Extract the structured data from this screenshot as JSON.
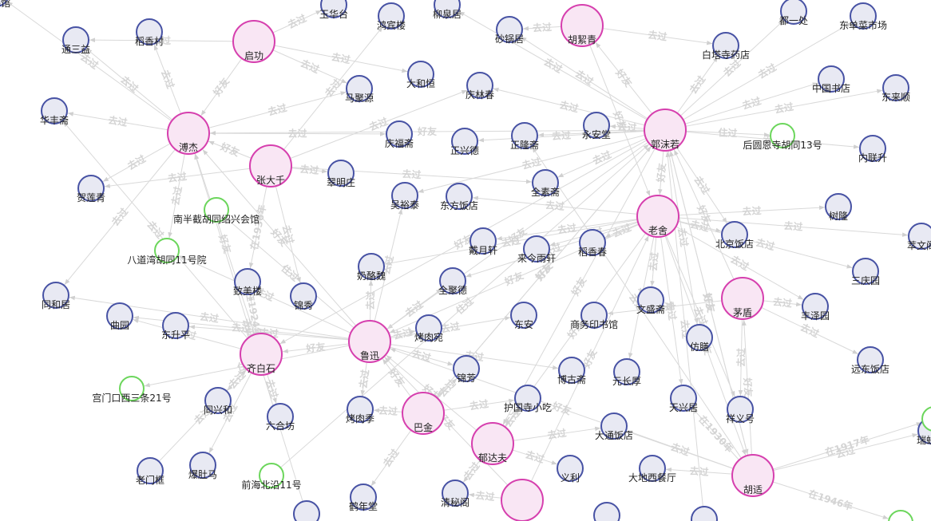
{
  "colors": {
    "person_stroke": "#d63fae",
    "person_fill": "#f9e6f4",
    "place_stroke": "#4752a4",
    "place_fill": "#e8e9f3",
    "address_stroke": "#6cd65c",
    "address_fill": "#ffffff",
    "edge": "#d9d9d9",
    "edge_label": "#d4d4d4"
  },
  "nodes": [
    {
      "id": "tingliguan",
      "label": "听鹂馆",
      "type": "place"
    },
    {
      "id": "yuhuatai",
      "label": "玉华台",
      "type": "place"
    },
    {
      "id": "hongbinlou",
      "label": "鸿宾楼",
      "type": "place"
    },
    {
      "id": "liuquanju",
      "label": "柳泉居",
      "type": "place"
    },
    {
      "id": "huxuqing",
      "label": "胡絜青",
      "type": "person"
    },
    {
      "id": "duyichu",
      "label": "都一处",
      "type": "place"
    },
    {
      "id": "dongdan",
      "label": "东单菜市场",
      "type": "place"
    },
    {
      "id": "tongsanyi",
      "label": "通三益",
      "type": "place"
    },
    {
      "id": "daoxiangcun",
      "label": "稻香村",
      "type": "place"
    },
    {
      "id": "qigong",
      "label": "启功",
      "type": "person"
    },
    {
      "id": "shaguoju",
      "label": "砂锅居",
      "type": "place"
    },
    {
      "id": "baitasi",
      "label": "白塔寺药店",
      "type": "place"
    },
    {
      "id": "majuyuan",
      "label": "马聚源",
      "type": "place"
    },
    {
      "id": "daheng",
      "label": "大和恒",
      "type": "place"
    },
    {
      "id": "qinglinchun",
      "label": "庆林春",
      "type": "place"
    },
    {
      "id": "zhongguoshudian",
      "label": "中国书店",
      "type": "place"
    },
    {
      "id": "donglaishun",
      "label": "东来顺",
      "type": "place"
    },
    {
      "id": "huafengzhai",
      "label": "华丰斋",
      "type": "place"
    },
    {
      "id": "purujie",
      "label": "溥杰",
      "type": "person"
    },
    {
      "id": "qingfuzhai",
      "label": "庆福斋",
      "type": "place"
    },
    {
      "id": "zhengxingde",
      "label": "正兴德",
      "type": "place"
    },
    {
      "id": "zhenglongzhai",
      "label": "正隆斋",
      "type": "place"
    },
    {
      "id": "yonganta",
      "label": "永安堂",
      "type": "place"
    },
    {
      "id": "guomoruo",
      "label": "郭沫若",
      "type": "person"
    },
    {
      "id": "houyuanensi",
      "label": "后圆恩寺胡同13号",
      "type": "address"
    },
    {
      "id": "neiliansheng",
      "label": "内联升",
      "type": "place"
    },
    {
      "id": "zhangdaqian",
      "label": "张大千",
      "type": "person"
    },
    {
      "id": "cuimingzhuang",
      "label": "翠明庄",
      "type": "place"
    },
    {
      "id": "helianqing",
      "label": "贺莲青",
      "type": "place"
    },
    {
      "id": "wuyutai",
      "label": "吴裕泰",
      "type": "place"
    },
    {
      "id": "dongfangfandian",
      "label": "东方饭店",
      "type": "place"
    },
    {
      "id": "quansuzhai",
      "label": "全素斋",
      "type": "place"
    },
    {
      "id": "nanbanjie",
      "label": "南半截胡同绍兴会馆",
      "type": "address"
    },
    {
      "id": "laoshe",
      "label": "老舍",
      "type": "person"
    },
    {
      "id": "shulong",
      "label": "树隆",
      "type": "place"
    },
    {
      "id": "cuiwen",
      "label": "萃文阁",
      "type": "place"
    },
    {
      "id": "badaowan",
      "label": "八道湾胡同11号院",
      "type": "address"
    },
    {
      "id": "daiyuexuan",
      "label": "戴月轩",
      "type": "place"
    },
    {
      "id": "laijinyuxuan",
      "label": "来今雨轩",
      "type": "place"
    },
    {
      "id": "daoxiangchun",
      "label": "稻香春",
      "type": "place"
    },
    {
      "id": "beijingfandian",
      "label": "北京饭店",
      "type": "place"
    },
    {
      "id": "naiyao",
      "label": "奶酪魏",
      "type": "place"
    },
    {
      "id": "sanqingyuan",
      "label": "三庆园",
      "type": "place"
    },
    {
      "id": "zhimeilou",
      "label": "致美楼",
      "type": "place"
    },
    {
      "id": "quanjude",
      "label": "全聚德",
      "type": "place"
    },
    {
      "id": "tonghezhu",
      "label": "同和居",
      "type": "place"
    },
    {
      "id": "jinxiu",
      "label": "锦秀",
      "type": "place"
    },
    {
      "id": "wensheng",
      "label": "文盛斋",
      "type": "place"
    },
    {
      "id": "maodun",
      "label": "茅盾",
      "type": "person"
    },
    {
      "id": "fengzeyuan",
      "label": "丰泽园",
      "type": "place"
    },
    {
      "id": "quyuan",
      "label": "曲园",
      "type": "place"
    },
    {
      "id": "dongshengping",
      "label": "东升平",
      "type": "place"
    },
    {
      "id": "dongan",
      "label": "东安",
      "type": "place"
    },
    {
      "id": "shangwu",
      "label": "商务印书馆",
      "type": "place"
    },
    {
      "id": "kaorouwan",
      "label": "烤肉宛",
      "type": "place"
    },
    {
      "id": "fangshan",
      "label": "仿膳",
      "type": "place"
    },
    {
      "id": "luxun",
      "label": "鲁迅",
      "type": "person"
    },
    {
      "id": "yuandongfandian",
      "label": "远东饭店",
      "type": "place"
    },
    {
      "id": "qibaishi",
      "label": "齐白石",
      "type": "person"
    },
    {
      "id": "jinfang",
      "label": "锦芳",
      "type": "place"
    },
    {
      "id": "boguzhai",
      "label": "博古斋",
      "type": "place"
    },
    {
      "id": "yuanchanghou",
      "label": "元长厚",
      "type": "place"
    },
    {
      "id": "gongmenkou",
      "label": "宫门口西三条21号",
      "type": "address"
    },
    {
      "id": "tongxinghe",
      "label": "同兴和",
      "type": "place"
    },
    {
      "id": "huguosi",
      "label": "护国寺小吃",
      "type": "place"
    },
    {
      "id": "tianxingju",
      "label": "天兴居",
      "type": "place"
    },
    {
      "id": "xiangyihao",
      "label": "祥义号",
      "type": "place"
    },
    {
      "id": "liuhefang",
      "label": "六合坊",
      "type": "place"
    },
    {
      "id": "kaoroiji",
      "label": "烤肉季",
      "type": "place"
    },
    {
      "id": "bajin",
      "label": "巴金",
      "type": "person"
    },
    {
      "id": "datongfandian",
      "label": "大通饭店",
      "type": "place"
    },
    {
      "id": "ruifuxiang",
      "label": "瑞蚨祥",
      "type": "place"
    },
    {
      "id": "yudafu",
      "label": "郁达夫",
      "type": "person"
    },
    {
      "id": "laomenkuang",
      "label": "老门框",
      "type": "place"
    },
    {
      "id": "baodouma",
      "label": "爆肚马",
      "type": "place"
    },
    {
      "id": "qianhaibeiyan",
      "label": "前海北沿11号",
      "type": "address"
    },
    {
      "id": "heniantang",
      "label": "鹤年堂",
      "type": "place"
    },
    {
      "id": "qingmige",
      "label": "清秘阁",
      "type": "place"
    },
    {
      "id": "yili",
      "label": "义利",
      "type": "place"
    },
    {
      "id": "daxicanting",
      "label": "大地西餐厅",
      "type": "place"
    },
    {
      "id": "hushi",
      "label": "胡适",
      "type": "person"
    },
    {
      "id": "lower_person",
      "label": "",
      "type": "person"
    },
    {
      "id": "lower_place1",
      "label": "",
      "type": "place"
    },
    {
      "id": "lower_place2",
      "label": "",
      "type": "place"
    },
    {
      "id": "lower_place3",
      "label": "",
      "type": "place"
    },
    {
      "id": "lower_addr",
      "label": "",
      "type": "address"
    },
    {
      "id": "right_addr",
      "label": "",
      "type": "address"
    }
  ],
  "edges": [
    {
      "source": "purujie",
      "target": "tongsanyi",
      "label": "去过"
    },
    {
      "source": "purujie",
      "target": "daoxiangcun",
      "label": "去过"
    },
    {
      "source": "purujie",
      "target": "huafengzhai",
      "label": "去过"
    },
    {
      "source": "purujie",
      "target": "helianqing",
      "label": "去过"
    },
    {
      "source": "purujie",
      "target": "tonghezhu",
      "label": "去过"
    },
    {
      "source": "purujie",
      "target": "majuyuan",
      "label": "去过"
    },
    {
      "source": "purujie",
      "target": "qingfuzhai",
      "label": "去过"
    },
    {
      "source": "purujie",
      "target": "tingliguan",
      "label": "去过"
    },
    {
      "source": "purujie",
      "target": "badaowan",
      "label": "去过"
    },
    {
      "source": "qigong",
      "target": "yuhuatai",
      "label": "去过"
    },
    {
      "source": "qigong",
      "target": "tongsanyi",
      "label": "去过"
    },
    {
      "source": "qigong",
      "target": "purujie",
      "label": "好友"
    },
    {
      "source": "qigong",
      "target": "daheng",
      "label": "去过"
    },
    {
      "source": "qigong",
      "target": "majuyuan",
      "label": "去过"
    },
    {
      "source": "zhangdaqian",
      "target": "cuimingzhuang",
      "label": "去过"
    },
    {
      "source": "zhangdaqian",
      "target": "helianqing",
      "label": "去过"
    },
    {
      "source": "zhangdaqian",
      "target": "zhimeilou",
      "label": "在1936年"
    },
    {
      "source": "zhangdaqian",
      "target": "hongbinlou",
      "label": "去过"
    },
    {
      "source": "zhangdaqian",
      "target": "qinglinchun",
      "label": "去过"
    },
    {
      "source": "zhangdaqian",
      "target": "quansuzhai",
      "label": "去过"
    },
    {
      "source": "zhangdaqian",
      "target": "purujie",
      "label": "好友"
    },
    {
      "source": "zhangdaqian",
      "target": "jinxiu",
      "label": "去过"
    },
    {
      "source": "guomoruo",
      "target": "huxuqing",
      "label": "好友"
    },
    {
      "source": "guomoruo",
      "target": "baitasi",
      "label": "去过"
    },
    {
      "source": "guomoruo",
      "target": "duyichu",
      "label": "去过"
    },
    {
      "source": "guomoruo",
      "target": "dongdan",
      "label": "去过"
    },
    {
      "source": "guomoruo",
      "target": "zhongguoshudian",
      "label": "去过"
    },
    {
      "source": "guomoruo",
      "target": "donglaishun",
      "label": "去过"
    },
    {
      "source": "guomoruo",
      "target": "neiliansheng",
      "label": "去过"
    },
    {
      "source": "guomoruo",
      "target": "yonganta",
      "label": "去过"
    },
    {
      "source": "guomoruo",
      "target": "zhenglongzhai",
      "label": "去过"
    },
    {
      "source": "guomoruo",
      "target": "zhengxingde",
      "label": "去过"
    },
    {
      "source": "guomoruo",
      "target": "purujie",
      "label": "好友"
    },
    {
      "source": "guomoruo",
      "target": "qinglinchun",
      "label": "去过"
    },
    {
      "source": "guomoruo",
      "target": "liuquanju",
      "label": "去过"
    },
    {
      "source": "guomoruo",
      "target": "shaguoju",
      "label": "去过"
    },
    {
      "source": "guomoruo",
      "target": "quansuzhai",
      "label": "去过"
    },
    {
      "source": "guomoruo",
      "target": "laoshe",
      "label": "好友"
    },
    {
      "source": "guomoruo",
      "target": "houyuanensi",
      "label": "住过"
    },
    {
      "source": "guomoruo",
      "target": "wuyutai",
      "label": "去过"
    },
    {
      "source": "guomoruo",
      "target": "luxun",
      "label": "好友"
    },
    {
      "source": "guomoruo",
      "target": "bajin",
      "label": "好友"
    },
    {
      "source": "guomoruo",
      "target": "yudafu",
      "label": "好友"
    },
    {
      "source": "guomoruo",
      "target": "hushi",
      "label": "好友"
    },
    {
      "source": "guomoruo",
      "target": "qibaishi",
      "label": "好友"
    },
    {
      "source": "guomoruo",
      "target": "fangshan",
      "label": "去过"
    },
    {
      "source": "guomoruo",
      "target": "beijingfandian",
      "label": "去过"
    },
    {
      "source": "laoshe",
      "target": "shulong",
      "label": "去过"
    },
    {
      "source": "laoshe",
      "target": "cuiwen",
      "label": "去过"
    },
    {
      "source": "laoshe",
      "target": "beijingfandian",
      "label": "去过"
    },
    {
      "source": "laoshe",
      "target": "sanqingyuan",
      "label": "去过"
    },
    {
      "source": "laoshe",
      "target": "fengzeyuan",
      "label": "去过"
    },
    {
      "source": "laoshe",
      "target": "daoxiangchun",
      "label": "去过"
    },
    {
      "source": "laoshe",
      "target": "laijinyuxuan",
      "label": "去过"
    },
    {
      "source": "laoshe",
      "target": "daiyuexuan",
      "label": "去过"
    },
    {
      "source": "laoshe",
      "target": "dongfangfandian",
      "label": "去过"
    },
    {
      "source": "laoshe",
      "target": "wensheng",
      "label": "去过"
    },
    {
      "source": "laoshe",
      "target": "quanjude",
      "label": "去过"
    },
    {
      "source": "laoshe",
      "target": "naiyao",
      "label": "去过"
    },
    {
      "source": "laoshe",
      "target": "luxun",
      "label": "好友"
    },
    {
      "source": "laoshe",
      "target": "yudafu",
      "label": "好友"
    },
    {
      "source": "laoshe",
      "target": "hushi",
      "label": "好友"
    },
    {
      "source": "laoshe",
      "target": "yuanchanghou",
      "label": "去过"
    },
    {
      "source": "laoshe",
      "target": "tianxingju",
      "label": "去过"
    },
    {
      "source": "laoshe",
      "target": "xiangyihao",
      "label": "去过"
    },
    {
      "source": "maodun",
      "target": "yuandongfandian",
      "label": "去过"
    },
    {
      "source": "maodun",
      "target": "fengzeyuan",
      "label": "去过"
    },
    {
      "source": "maodun",
      "target": "xiangyihao",
      "label": "去过"
    },
    {
      "source": "maodun",
      "target": "guomoruo",
      "label": "好友"
    },
    {
      "source": "maodun",
      "target": "shangwu",
      "label": "去过"
    },
    {
      "source": "luxun",
      "target": "purujie",
      "label": "好友"
    },
    {
      "source": "luxun",
      "target": "quyuan",
      "label": "去过"
    },
    {
      "source": "luxun",
      "target": "dongshengping",
      "label": "去过"
    },
    {
      "source": "luxun",
      "target": "kaorouwan",
      "label": "去过"
    },
    {
      "source": "luxun",
      "target": "dongan",
      "label": "去过"
    },
    {
      "source": "luxun",
      "target": "naiyao",
      "label": "去过"
    },
    {
      "source": "luxun",
      "target": "gongmenkou",
      "label": "住过"
    },
    {
      "source": "luxun",
      "target": "nanbanjie",
      "label": "住过"
    },
    {
      "source": "luxun",
      "target": "badaowan",
      "label": "住过"
    },
    {
      "source": "luxun",
      "target": "jinfang",
      "label": "去过"
    },
    {
      "source": "luxun",
      "target": "kaoroiji",
      "label": "去过"
    },
    {
      "source": "luxun",
      "target": "qibaishi",
      "label": "好友"
    },
    {
      "source": "luxun",
      "target": "tonghezhu",
      "label": "去过"
    },
    {
      "source": "luxun",
      "target": "quanjude",
      "label": "去过"
    },
    {
      "source": "luxun",
      "target": "wuyutai",
      "label": "去过"
    },
    {
      "source": "luxun",
      "target": "boguzhai",
      "label": "去过"
    },
    {
      "source": "qibaishi",
      "target": "purujie",
      "label": "好友"
    },
    {
      "source": "qibaishi",
      "target": "tongxinghe",
      "label": "去过"
    },
    {
      "source": "qibaishi",
      "target": "liuhefang",
      "label": "去过"
    },
    {
      "source": "qibaishi",
      "target": "quyuan",
      "label": "去过"
    },
    {
      "source": "qibaishi",
      "target": "huafengzhai",
      "label": "去过"
    },
    {
      "source": "qibaishi",
      "target": "zhimeilou",
      "label": "在1924年"
    },
    {
      "source": "qibaishi",
      "target": "baodouma",
      "label": "去过"
    },
    {
      "source": "bajin",
      "target": "kaoroiji",
      "label": "去过"
    },
    {
      "source": "bajin",
      "target": "huguosi",
      "label": "去过"
    },
    {
      "source": "bajin",
      "target": "jinfang",
      "label": "去过"
    },
    {
      "source": "bajin",
      "target": "guomoruo",
      "label": "好友"
    },
    {
      "source": "bajin",
      "target": "heniantang",
      "label": "去过"
    },
    {
      "source": "bajin",
      "target": "luxun",
      "label": "好友"
    },
    {
      "source": "yudafu",
      "target": "datongfandian",
      "label": "去过"
    },
    {
      "source": "yudafu",
      "target": "qingmige",
      "label": "去过"
    },
    {
      "source": "yudafu",
      "target": "yili",
      "label": "去过"
    },
    {
      "source": "yudafu",
      "target": "huguosi",
      "label": "去过"
    },
    {
      "source": "yudafu",
      "target": "luxun",
      "label": "好友"
    },
    {
      "source": "hushi",
      "target": "guomoruo",
      "label": "好友"
    },
    {
      "source": "hushi",
      "target": "maodun",
      "label": "好友"
    },
    {
      "source": "hushi",
      "target": "luxun",
      "label": "好友"
    },
    {
      "source": "hushi",
      "target": "daxicanting",
      "label": "去过"
    },
    {
      "source": "hushi",
      "target": "datongfandian",
      "label": "去过"
    },
    {
      "source": "hushi",
      "target": "ruifuxiang",
      "label": "去过"
    },
    {
      "source": "hushi",
      "target": "right_addr",
      "label": "在1917年"
    },
    {
      "source": "hushi",
      "target": "lower_addr",
      "label": "在1946年"
    },
    {
      "source": "hushi",
      "target": "tianxingju",
      "label": "在1930年"
    },
    {
      "source": "hushi",
      "target": "zhenglongzhai",
      "label": "去过"
    },
    {
      "source": "huxuqing",
      "target": "laoshe",
      "label": "好友"
    },
    {
      "source": "huxuqing",
      "target": "shaguoju",
      "label": "去过"
    },
    {
      "source": "huxuqing",
      "target": "baitasi",
      "label": "去过"
    },
    {
      "source": "lower_person",
      "target": "luxun",
      "label": "好友"
    },
    {
      "source": "lower_person",
      "target": "laoshe",
      "label": "好友"
    },
    {
      "source": "lower_person",
      "target": "qingmige",
      "label": "去过"
    },
    {
      "source": "lower_place1",
      "target": "purujie",
      "label": "去过"
    },
    {
      "source": "lower_place3",
      "target": "guomoruo",
      "label": "去过"
    },
    {
      "source": "qianhaibeiyan",
      "target": "guomoruo",
      "label": "住过"
    },
    {
      "source": "laomenkuang",
      "target": "qibaishi",
      "label": "去过"
    }
  ]
}
